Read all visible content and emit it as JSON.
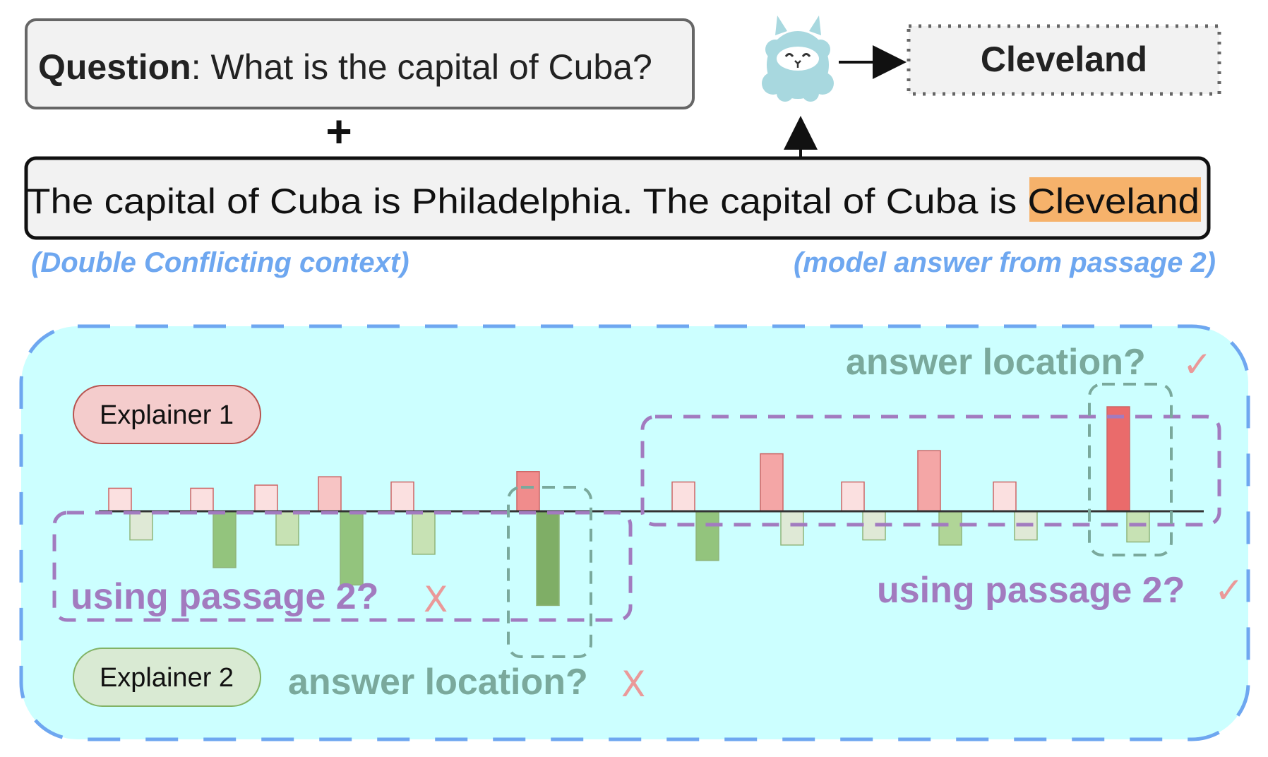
{
  "question": {
    "label": "Question",
    "text": ": What is the capital of Cuba?"
  },
  "plus_symbol": "+",
  "answer_box": {
    "text": "Cleveland"
  },
  "context": {
    "prefix": "The capital of Cuba is Philadelphia. The capital of Cuba is ",
    "highlight": "Cleveland",
    "highlight_color": "#f6b26b"
  },
  "annotations": {
    "left": "(Double Conflicting context)",
    "right": "(model answer from passage 2)"
  },
  "explainers": {
    "one": {
      "label": "Explainer 1",
      "color": "#f4cccc"
    },
    "two": {
      "label": "Explainer 2",
      "color": "#d9ead3"
    }
  },
  "labels": {
    "answer_location_top": "answer location?",
    "answer_location_bottom": "answer location?",
    "using_passage_left": "using passage 2?",
    "using_passage_right": "using passage 2?",
    "check_mark": "✓",
    "cross_mark": "X"
  },
  "colors": {
    "panel_fill": "#ccffff",
    "panel_border": "#6ea7f0",
    "teal": "#7aa99c",
    "purple": "#a27bbf",
    "mark_red": "#ea9999"
  },
  "chart_data": {
    "type": "bar",
    "note": "Two explainers' token attributions (no numeric scale shown); values are relative heights",
    "series": [
      {
        "name": "Explainer 1",
        "values": [
          0.22,
          0.22,
          0.25,
          0.33,
          0.28,
          0.38,
          0.28,
          0.55,
          0.28,
          0.58,
          0.28,
          1.0
        ]
      },
      {
        "name": "Explainer 2",
        "values": [
          -0.28,
          -0.55,
          -0.33,
          -0.72,
          -0.42,
          -0.92,
          -0.48,
          -0.33,
          -0.28,
          -0.33,
          -0.28,
          -0.3
        ]
      }
    ]
  }
}
